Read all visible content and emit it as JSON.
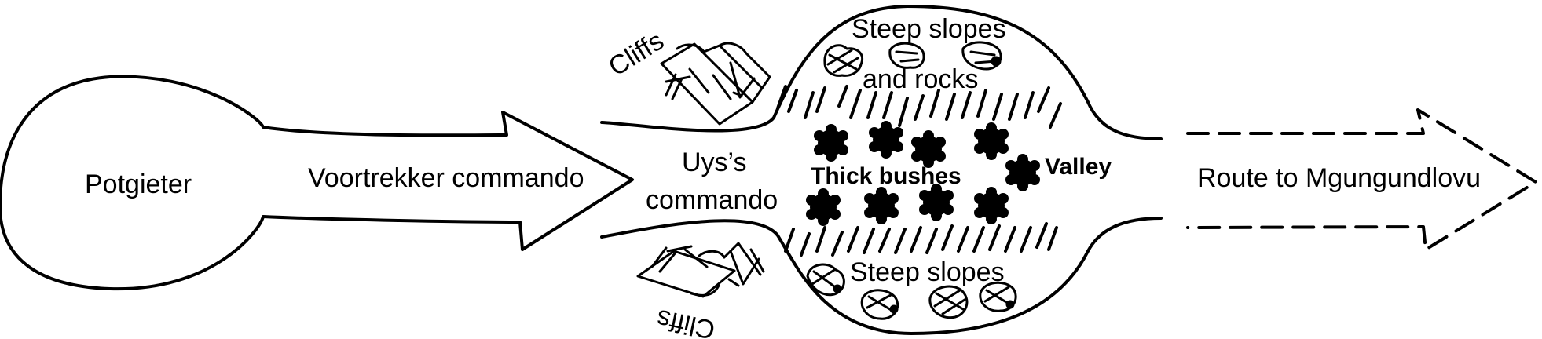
{
  "labels": {
    "potgieter": "Potgieter",
    "voortrekker": "Voortrekker commando",
    "uys_line1": "Uys’s",
    "uys_line2": "commando",
    "cliffs_top": "Cliffs",
    "cliffs_bottom": "Cliffs",
    "steep_top_line1": "Steep slopes",
    "steep_top_line2": "and rocks",
    "steep_bottom": "Steep slopes",
    "thick_bushes": "Thick bushes",
    "valley": "Valley",
    "route": "Route to Mgungundlovu"
  },
  "colors": {
    "ink": "#000000",
    "paper": "#ffffff"
  },
  "icons": [
    "cliff-icon",
    "bush-icon",
    "rock-icon",
    "slope-hatch"
  ]
}
